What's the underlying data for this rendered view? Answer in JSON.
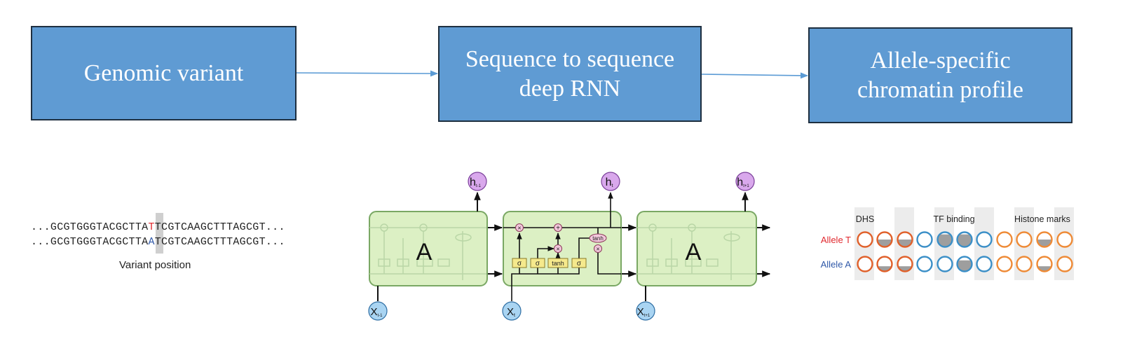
{
  "colors": {
    "box_fill": "#5f9bd3",
    "box_border": "#1e2f40",
    "arrow": "#5b9bd5",
    "variant_highlight": "#cfcfcf",
    "allele_t": "#e0282e",
    "allele_a": "#2f58a8",
    "cell_fill": "#dcf0c4",
    "cell_stroke": "#7aa864",
    "gate_fill": "#f5e98c",
    "hidden_node": "#d9a8ec",
    "input_node": "#a9d4f2",
    "dhs_color": "#e0602a",
    "tf_color": "#3b8fc7",
    "histone_color": "#ee8a36"
  },
  "flow": {
    "box1": "Genomic variant",
    "box2_line1": "Sequence to sequence",
    "box2_line2": "deep RNN",
    "box3_line1": "Allele-specific",
    "box3_line2": "chromatin profile"
  },
  "sequence": {
    "line1_prefix": "...GCGTGGGTACGCTTA",
    "line1_variant": "T",
    "line1_suffix": "TCGTCAAGCTTTAGCGT...",
    "line2_prefix": "...GCGTGGGTACGCTTA",
    "line2_variant": "A",
    "line2_suffix": "TCGTCAAGCTTTAGCGT...",
    "caption": "Variant position"
  },
  "rnn": {
    "cell_label": "A",
    "hidden_left": "h",
    "hidden_left_sub": "t-1",
    "hidden_mid": "h",
    "hidden_mid_sub": "t",
    "hidden_right": "h",
    "hidden_right_sub": "t+1",
    "input_left": "X",
    "input_left_sub": "t-1",
    "input_mid": "X",
    "input_mid_sub": "t",
    "input_right": "X",
    "input_right_sub": "t+1",
    "gate_sigma": "σ",
    "gate_tanh": "tanh",
    "op_times": "×",
    "op_plus": "+",
    "op_tanh": "tanh"
  },
  "profile": {
    "col_dhs": "DHS",
    "col_tf": "TF binding",
    "col_histone": "Histone marks",
    "row_t": "Allele T",
    "row_a": "Allele A",
    "row_t_fills": [
      0,
      0.5,
      0.5,
      0,
      0.85,
      0.85,
      0,
      0,
      0,
      0.5,
      0
    ],
    "row_a_fills": [
      0,
      0.35,
      0.35,
      0,
      0,
      0.75,
      0,
      0,
      0,
      0.35,
      0
    ]
  }
}
